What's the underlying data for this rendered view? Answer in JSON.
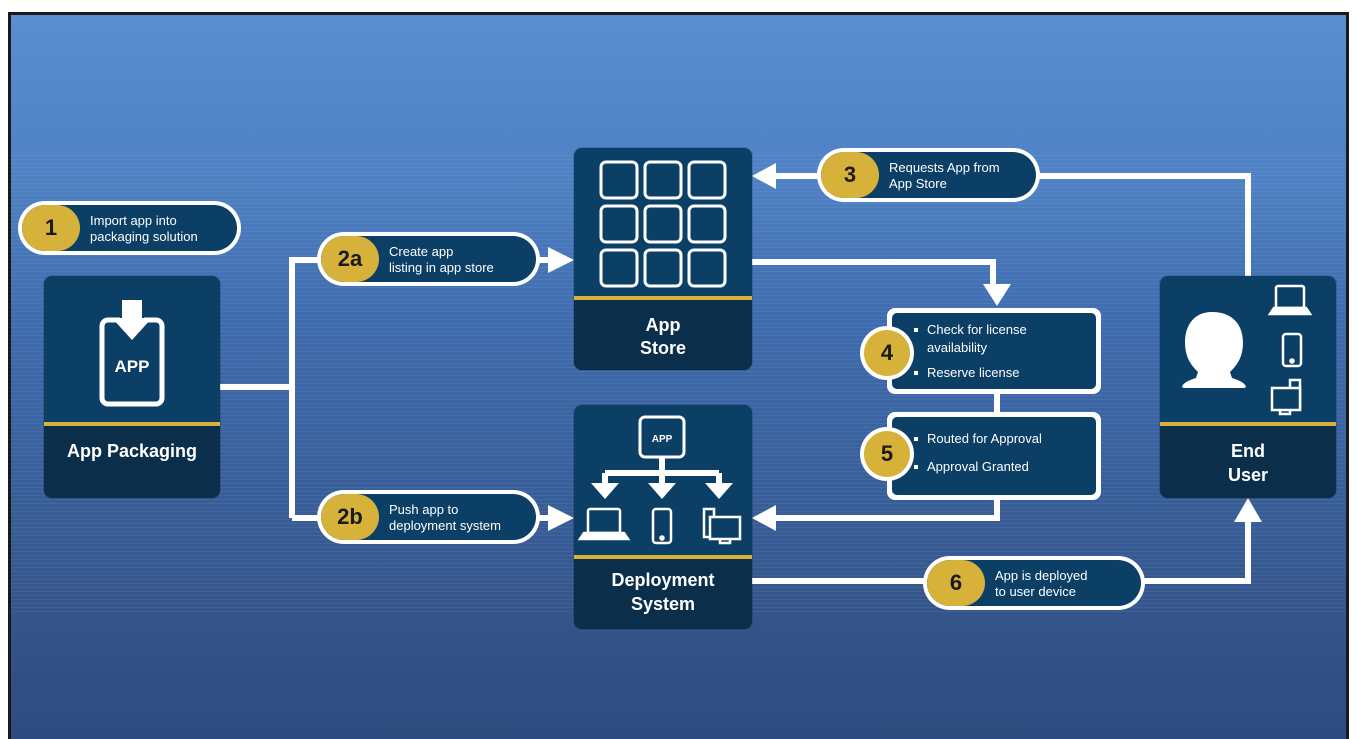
{
  "nodes": {
    "packaging": {
      "label": "App Packaging",
      "icon_text": "APP"
    },
    "app_store": {
      "label_line1": "App",
      "label_line2": "Store"
    },
    "deployment": {
      "label_line1": "Deployment",
      "label_line2": "System",
      "icon_text": "APP"
    },
    "end_user": {
      "label_line1": "End",
      "label_line2": "User"
    }
  },
  "steps": {
    "s1": {
      "num": "1",
      "line1": "Import app into",
      "line2": "packaging solution"
    },
    "s2a": {
      "num": "2a",
      "line1": "Create app",
      "line2": "listing in app store"
    },
    "s2b": {
      "num": "2b",
      "line1": "Push app to",
      "line2": "deployment system"
    },
    "s3": {
      "num": "3",
      "line1": "Requests App from",
      "line2": "App Store"
    },
    "s4": {
      "num": "4",
      "items": [
        "Check for license",
        "availability",
        "Reserve license"
      ]
    },
    "s5": {
      "num": "5",
      "items": [
        "Routed for Approval",
        "Approval Granted"
      ]
    },
    "s6": {
      "num": "6",
      "line1": "App is deployed",
      "line2": "to user device"
    }
  },
  "colors": {
    "navy": "#0c3f66",
    "gold": "#d6b23a",
    "dark": "#0b2e4a",
    "connector": "#ffffff"
  },
  "icons": [
    "download-app-icon",
    "app-grid-icon",
    "app-distribution-icon",
    "laptop-icon",
    "phone-icon",
    "desktop-icon",
    "user-silhouette-icon"
  ]
}
